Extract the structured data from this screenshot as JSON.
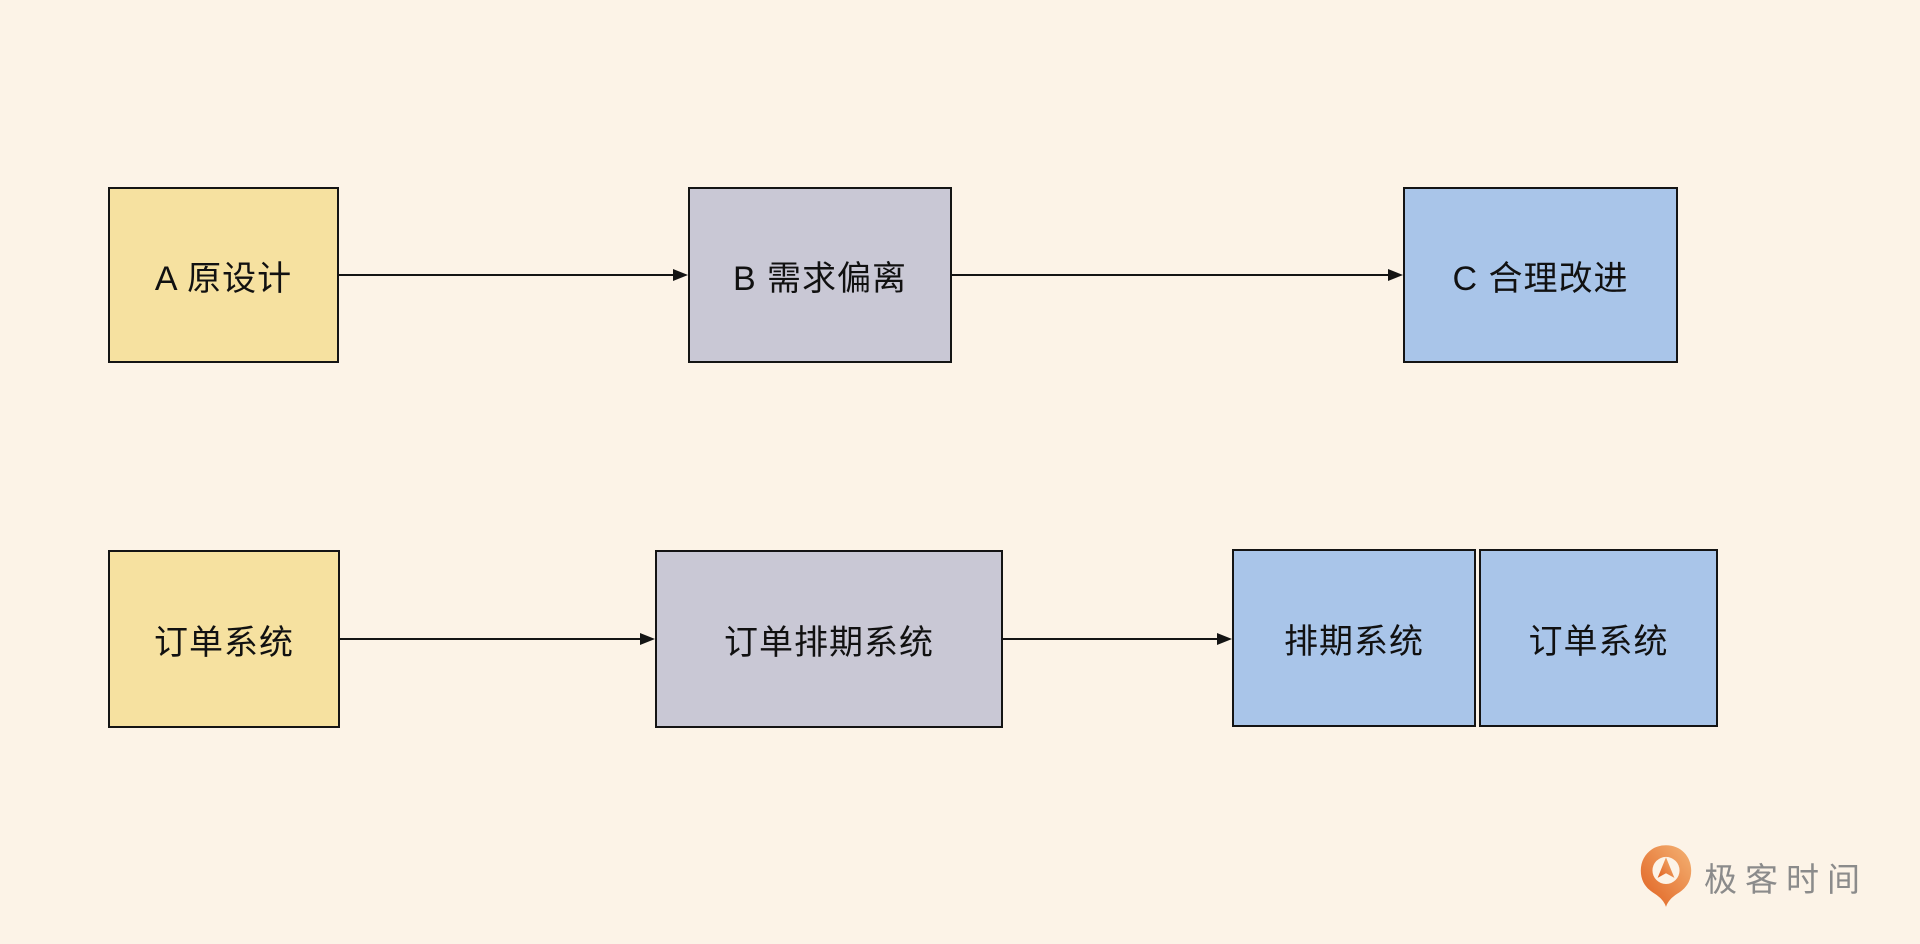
{
  "colors": {
    "background": "#FCF3E7",
    "node_yellow": "#F6E1A0",
    "node_gray": "#C9C8D5",
    "node_blue": "#A9C5E9",
    "node_border": "#141414",
    "node_text": "#111111",
    "arrow": "#141414",
    "brand_text": "#8B8B8B",
    "brand_orange_light": "#F4B375",
    "brand_orange_dark": "#E0601F"
  },
  "flow_top": {
    "node_a": {
      "label": "A 原设计"
    },
    "node_b": {
      "label": "B 需求偏离"
    },
    "node_c": {
      "label": "C 合理改进"
    }
  },
  "flow_bottom": {
    "node_order": {
      "label": "订单系统"
    },
    "node_order_schedule": {
      "label": "订单排期系统"
    },
    "node_schedule": {
      "label": "排期系统"
    },
    "node_order_2": {
      "label": "订单系统"
    }
  },
  "watermark": {
    "brand": "极客时间"
  }
}
